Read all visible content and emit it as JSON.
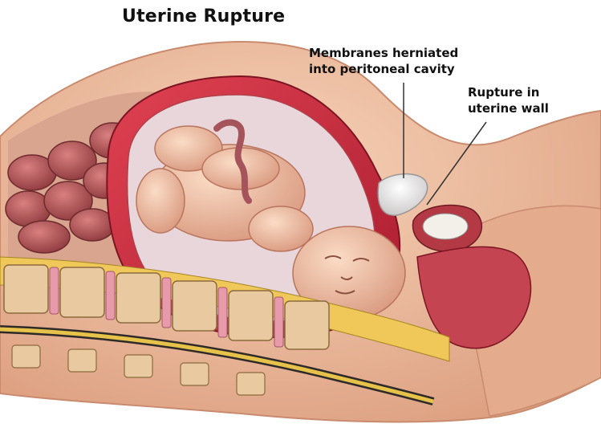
{
  "diagram": {
    "title": "Uterine Rupture",
    "callouts": [
      {
        "lines": [
          "Membranes herniated",
          "into peritoneal cavity"
        ]
      },
      {
        "lines": [
          "Rupture in",
          "uterine wall"
        ]
      }
    ]
  },
  "colors": {
    "skin": "#f2c4a6",
    "skin_shadow": "#d99c7d",
    "uterine_wall": "#c8283a",
    "amniotic": "#ead8dc",
    "fetus": "#f1c7ad",
    "bowel": "#b85656",
    "vertebra": "#e9c9a0",
    "disc": "#e69aaa",
    "spinal_cord": "#e6c24a",
    "membrane": "#eeeeee"
  }
}
